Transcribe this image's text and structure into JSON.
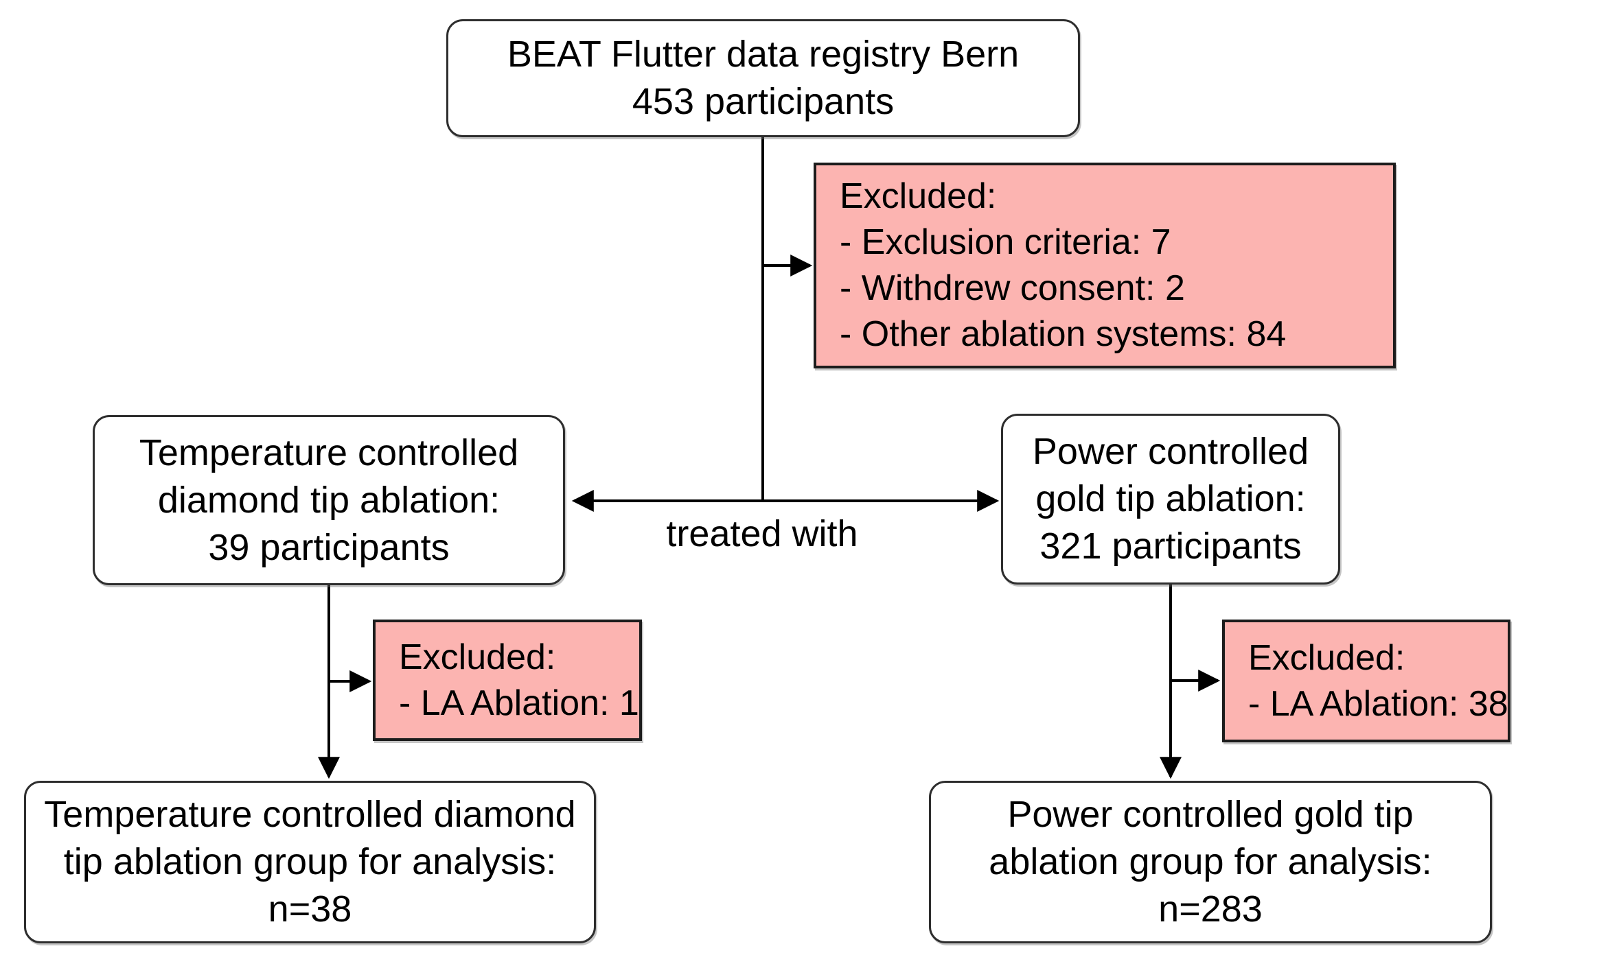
{
  "colors": {
    "background": "#ffffff",
    "node-fill": "#ffffff",
    "node-border": "#2e2e2e",
    "excluded-fill": "#fcb4b1",
    "excluded-border": "#1c1c1c",
    "line": "#000000",
    "text": "#000000"
  },
  "nodes": {
    "registry": {
      "lines": [
        "BEAT Flutter data registry Bern",
        "453 participants"
      ]
    },
    "excluded_initial": {
      "lines": [
        "Excluded:",
        "- Exclusion criteria: 7",
        "- Withdrew consent: 2",
        "- Other ablation systems: 84"
      ]
    },
    "temp_arm": {
      "lines": [
        "Temperature controlled",
        "diamond tip ablation:",
        "39 participants"
      ]
    },
    "power_arm": {
      "lines": [
        "Power controlled",
        "gold tip ablation:",
        "321 participants"
      ]
    },
    "excluded_temp": {
      "lines": [
        "Excluded:",
        "- LA Ablation: 1"
      ]
    },
    "excluded_power": {
      "lines": [
        "Excluded:",
        "- LA Ablation: 38"
      ]
    },
    "temp_analysis": {
      "lines": [
        "Temperature controlled diamond",
        "tip ablation group for analysis:",
        "n=38"
      ]
    },
    "power_analysis": {
      "lines": [
        "Power controlled gold tip",
        "ablation group for analysis:",
        "n=283"
      ]
    }
  },
  "edge_labels": {
    "treated_with": "treated with"
  }
}
